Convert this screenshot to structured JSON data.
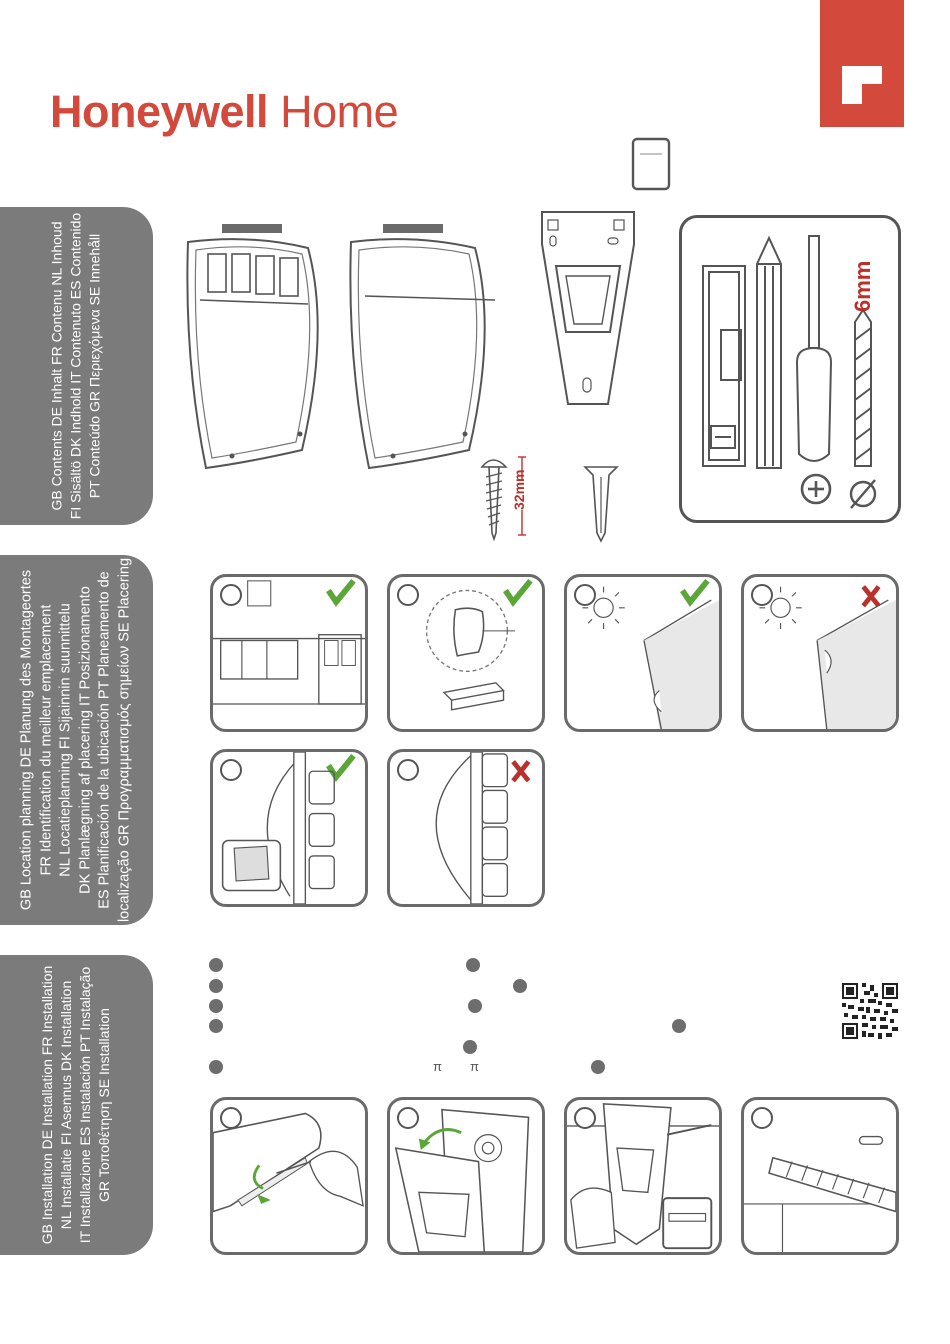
{
  "brand": {
    "name": "Honeywell",
    "sub": "Home"
  },
  "colors": {
    "accent": "#d34a3c",
    "tab_gray": "#7b7b7b",
    "line_gray": "#6a6a6a",
    "check_green": "#5aa637",
    "cross_red": "#b8322b"
  },
  "sections": {
    "contents": {
      "lines": [
        "GB Contents DE Inhalt FR Contenu NL Inhoud",
        "FI Sisältö DK Indhold IT Contenuto ES Contenido",
        "PT Conteúdo GR Περιεχόμενα SE Innehåll"
      ]
    },
    "location": {
      "lines": [
        "GB Location planning DE Planung des Montageortes",
        "FR Identification du meilleur emplacement",
        "NL Locatieplanning FI Sijainnin suunnittelu",
        "DK Planlægning af placering IT Posizionamento",
        "ES Planificación de la ubicación PT Planeamento de",
        "localização GR Προγραμματισμός σημείων SE Placering"
      ]
    },
    "installation": {
      "lines": [
        "GB Installation DE Installation FR Installation",
        "NL Installatie FI Asennus DK Installation",
        "IT Installazione ES Instalación PT Instalação",
        "GR Τοποθέτηση SE Installation"
      ]
    }
  },
  "labels": {
    "screw_length": "32mm",
    "drill_size": "6mm"
  },
  "pi_symbols": [
    "π",
    "π"
  ],
  "icons": [
    "qr-code",
    "phillips-plus",
    "diameter-symbol",
    "check-mark",
    "cross-mark",
    "sun",
    "screwdriver",
    "pencil",
    "drill-bit",
    "spirit-level"
  ]
}
